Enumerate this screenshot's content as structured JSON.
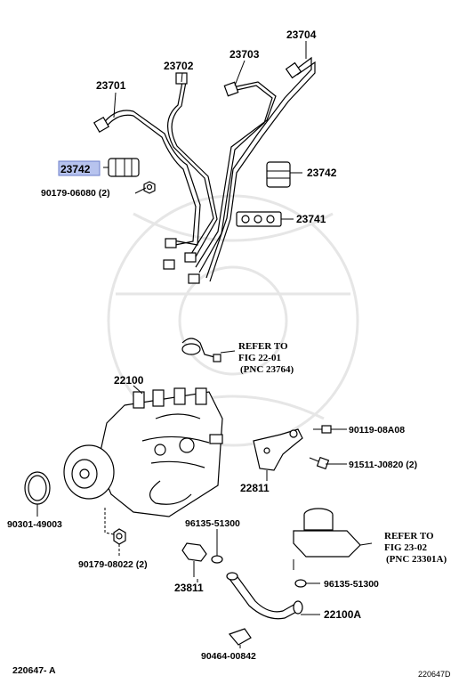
{
  "part_labels": {
    "p23704": "23704",
    "p23703": "23703",
    "p23702": "23702",
    "p23701": "23701",
    "p23742_left": "23742",
    "p90179_06080": "90179-06080 (2)",
    "p23742_right": "23742",
    "p23741": "23741",
    "p22100": "22100",
    "p90119_08A08": "90119-08A08",
    "p91511_J0820": "91511-J0820 (2)",
    "p22811": "22811",
    "p90301_49003": "90301-49003",
    "p90179_08022": "90179-08022 (2)",
    "p96135_51300_top": "96135-51300",
    "p23811": "23811",
    "p96135_51300_right": "96135-51300",
    "p22100A": "22100A",
    "p90464_00842": "90464-00842"
  },
  "refs": {
    "ref1": {
      "line1": "REFER TO",
      "line2": "FIG 22-01",
      "line3": "(PNC 23764)"
    },
    "ref2": {
      "line1": "REFER TO",
      "line2": "FIG 23-02",
      "line3": "(PNC 23301A)"
    }
  },
  "footer": {
    "left_code": "220647- A",
    "right_code": "220647D"
  },
  "highlight_color": "#b7c3ee"
}
